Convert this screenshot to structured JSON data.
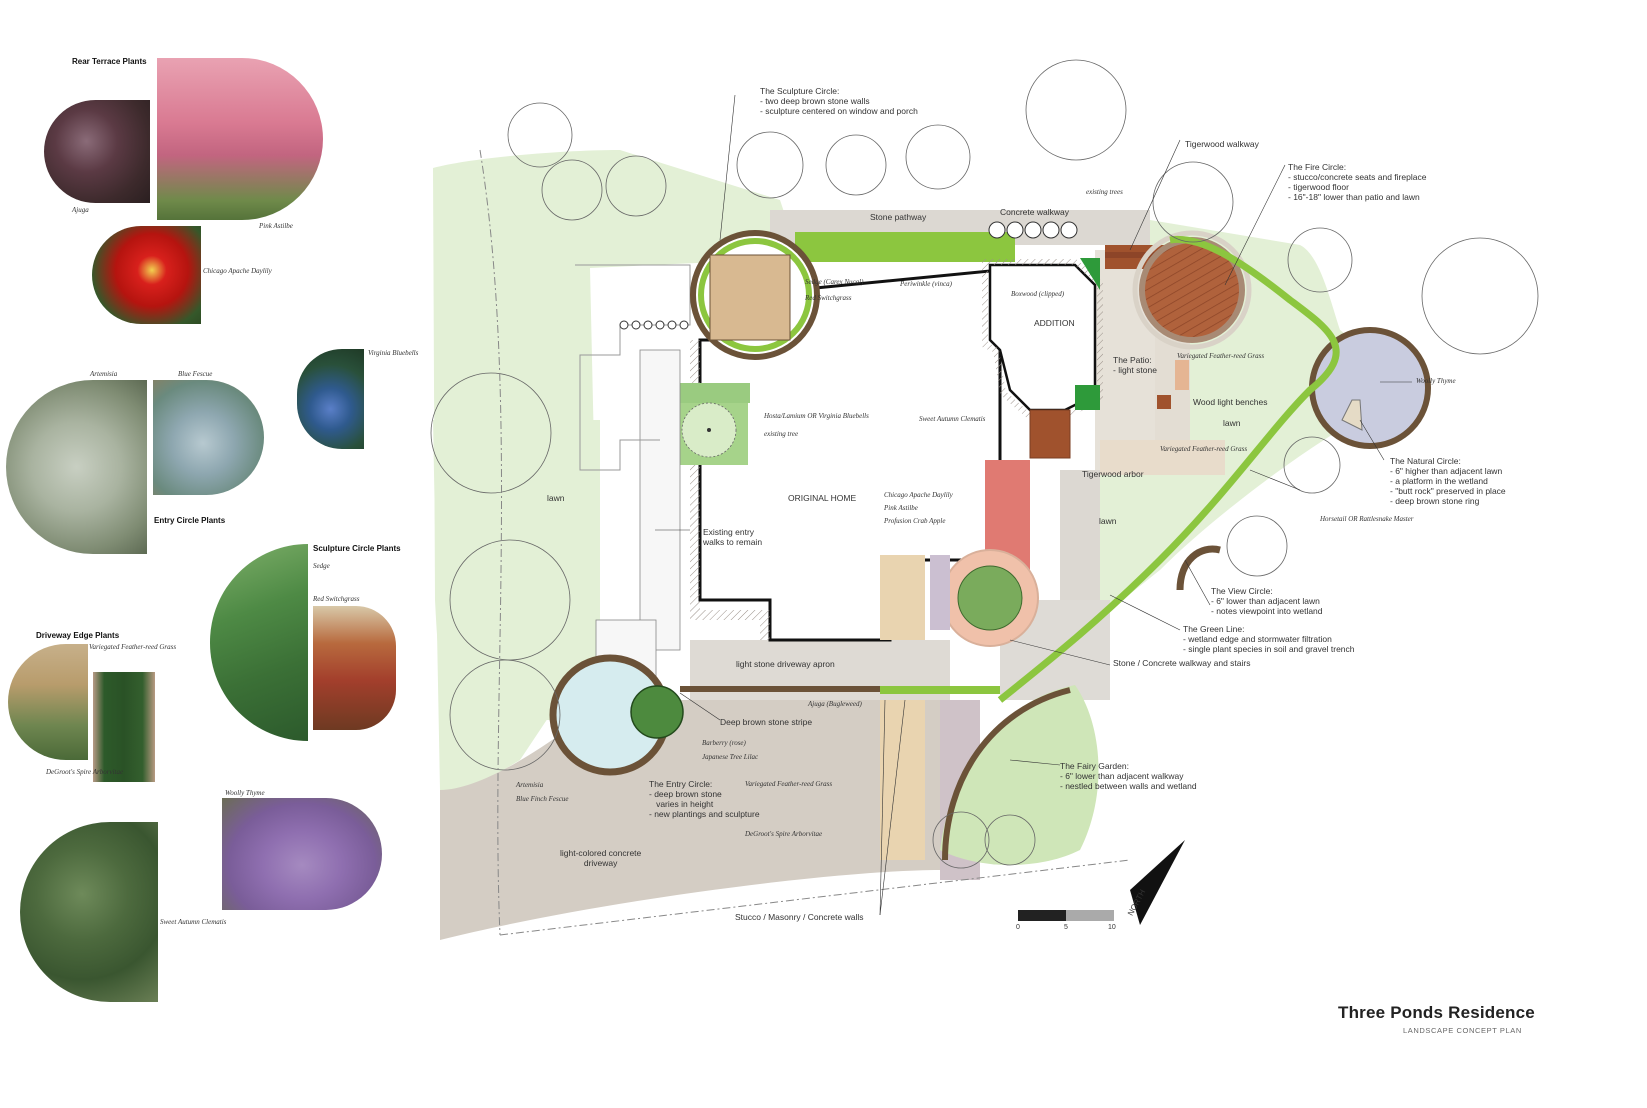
{
  "title": "Three Ponds Residence",
  "subtitle": "LANDSCAPE CONCEPT PLAN",
  "north_label": "NORTH",
  "scale_labels": [
    "0",
    "5",
    "10"
  ],
  "colors": {
    "lawn": "#e3f0d6",
    "bright_green": "#8cc63f",
    "stone": "#d9d5cf",
    "paving": "#c9c1b6",
    "brown": "#6b5238",
    "tigerwood": "#a0522d",
    "red_path": "#e07a72"
  },
  "plant_groups": {
    "rear_terrace": {
      "heading": "Rear Terrace Plants",
      "plants": [
        "Ajuga",
        "Pink Astilbe",
        "Chicago Apache Daylily"
      ]
    },
    "entry_circle": {
      "heading": "Entry Circle Plants",
      "plants": [
        "Artemisia",
        "Blue Fescue",
        "Virginia Bluebells"
      ]
    },
    "sculpture_circle": {
      "heading": "Sculpture Circle Plants",
      "plants": [
        "Sedge",
        "Red Switchgrass"
      ]
    },
    "driveway_edge": {
      "heading": "Driveway Edge Plants",
      "plants": [
        "Variegated Feather-reed Grass",
        "DeGroot's Spire Arborvitae",
        "Woolly Thyme",
        "Sweet Autumn Clematis"
      ]
    }
  },
  "annotations": {
    "sculpture_circle": "The Sculpture Circle:\n- two deep brown stone walls\n- sculpture centered on window and porch",
    "tigerwood_walkway": "Tigerwood walkway",
    "fire_circle": "The Fire Circle:\n- stucco/concrete seats and fireplace\n- tigerwood floor\n- 16\"-18\" lower than patio and lawn",
    "existing_trees": "existing trees",
    "stone_pathway": "Stone pathway",
    "concrete_walkway": "Concrete walkway",
    "sedge": "Sedge (Carex Nucal)",
    "red_switchgrass": "Red Switchgrass",
    "periwinkle": "Periwinkle (vinca)",
    "boxwood": "Boxwood (clipped)",
    "addition": "ADDITION",
    "patio": "The Patio:\n- light stone",
    "variegated_upper": "Variegated Feather-reed Grass",
    "wood_benches": "Wood light benches",
    "lawn_small": "lawn",
    "woolly_thyme": "Woolly Thyme",
    "hosta": "Hosta/Lamium OR Virginia Bluebells",
    "existing_tree": "existing tree",
    "sweet_autumn": "Sweet Autumn Clematis",
    "variegated_mid": "Variegated Feather-reed Grass",
    "tigerwood_arbor": "Tigerwood arbor",
    "natural_circle": "The Natural Circle:\n- 6\" higher than adjacent lawn\n- a platform in the wetland\n- \"butt rock\" preserved in place\n- deep brown stone ring",
    "lawn_left": "lawn",
    "original_home": "ORIGINAL HOME",
    "chicago_daylily": "Chicago Apache Daylily",
    "pink_astilbe": "Pink Astilbe",
    "flowering_crab": "Profusion Crab Apple",
    "lawn_right": "lawn",
    "horsetail": "Horsetail OR Rattlesnake Master",
    "existing_entry": "Existing entry\nwalks to remain",
    "view_circle": "The View Circle:\n- 6\" lower than adjacent lawn\n- notes viewpoint into wetland",
    "green_line": "The Green Line:\n- wetland edge and stormwater filtration\n- single plant species in soil and gravel trench",
    "driveway_apron": "light stone driveway apron",
    "stone_walkway": "Stone / Concrete walkway and stairs",
    "ajuga_bugleweed": "Ajuga (Bugleweed)",
    "deep_brown_stripe": "Deep brown stone stripe",
    "barberry": "Barberry (rose)",
    "japanese_lilac": "Japanese Tree Lilac",
    "fairy_garden": "The Fairy Garden:\n- 6\" lower than adjacent walkway\n- nestled between walls and wetland",
    "artemisia": "Artemisia",
    "blue_fescue": "Blue Finch Fescue",
    "entry_circle": "The Entry Circle:\n- deep brown stone\n   varies in height\n- new plantings and sculpture",
    "variegated_low": "Variegated Feather-reed Grass",
    "degroot": "DeGroot's Spire Arborvitae",
    "driveway": "light-colored concrete\ndriveway",
    "walls": "Stucco / Masonry / Concrete walls"
  }
}
